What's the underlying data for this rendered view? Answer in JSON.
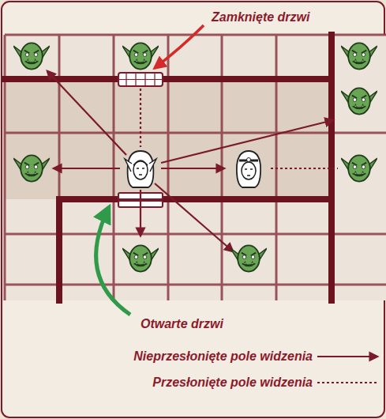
{
  "diagram": {
    "labels": [
      "Zamknięte drzwi",
      "Otwarte drzwi"
    ],
    "legend": [
      {
        "text": "Nieprzesłonięte pole widzenia"
      },
      {
        "text": "Przesłonięte pole widzenia"
      }
    ]
  }
}
